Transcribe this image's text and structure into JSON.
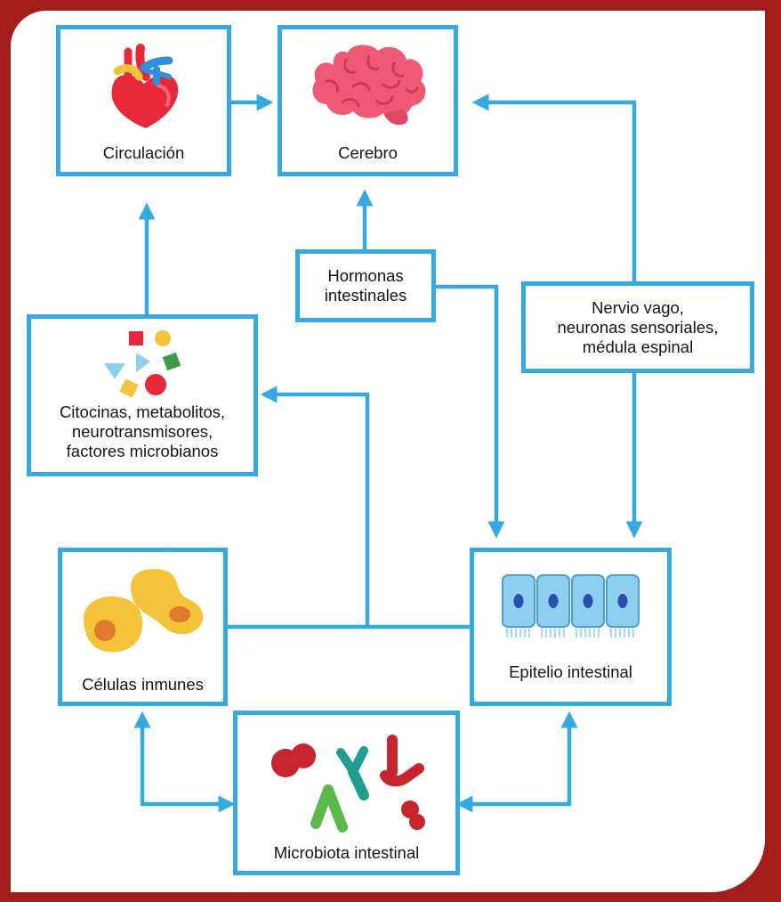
{
  "nodes": {
    "circulation": {
      "label": "Circulación",
      "icon": "heart-icon"
    },
    "brain": {
      "label": "Cerebro",
      "icon": "brain-icon"
    },
    "gut_hormones": {
      "label": "Hormonas\nintestinales"
    },
    "vagus": {
      "label": "Nervio vago,\nneuronas sensoriales,\nmédula espinal"
    },
    "molecules": {
      "label": "Citocinas, metabolitos,\nneurotransmisores,\nfactores microbianos",
      "icon": "molecules-icon"
    },
    "immune": {
      "label": "Células inmunes",
      "icon": "immune-cells-icon"
    },
    "epithelium": {
      "label": "Epitelio intestinal",
      "icon": "epithelial-cells-icon"
    },
    "microbiota": {
      "label": "Microbiota intestinal",
      "icon": "bacteria-icon"
    }
  },
  "colors": {
    "frame": "#a31d1d",
    "box_border": "#35a9e0",
    "arrow": "#35a9e0",
    "heart": "#e8293b",
    "brain": "#ee5a76",
    "immune_cell": "#f5c339",
    "immune_nucleus": "#e07a2f",
    "epithelial_cell": "#8ecff0",
    "epithelial_nucleus": "#2a4fb0"
  }
}
